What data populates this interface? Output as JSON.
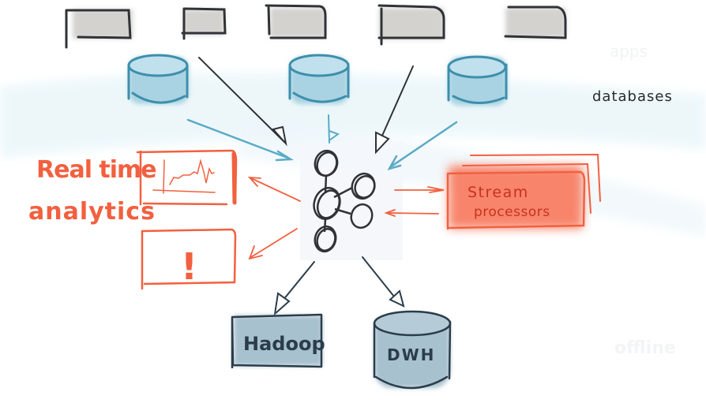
{
  "labels": {
    "apps": "apps",
    "databases": "databases",
    "realtime_line1": "Real time",
    "realtime_line2": "analytics",
    "stream_line1": "Stream",
    "stream_line2": "processors",
    "hadoop": "Hadoop",
    "dwh": "DWH",
    "offline": "offline",
    "alert_mark": "!"
  },
  "colors": {
    "ink": "#2f3337",
    "app_fill": "#d3d2cf",
    "db_stroke": "#3d8fac",
    "db_fill": "#a9d3e2",
    "db_arrow": "#5aaac6",
    "accent": "#f2603f",
    "stream_fill": "#f8785c",
    "storage_fill": "#a8c1cf",
    "storage_stroke": "#2b3d4a",
    "faint": "#eef2f4",
    "band": "#e6f4f8"
  },
  "icons": {
    "hub": "kafka-cluster-icon",
    "chart": "line-chart-icon",
    "alert": "exclamation-icon"
  }
}
